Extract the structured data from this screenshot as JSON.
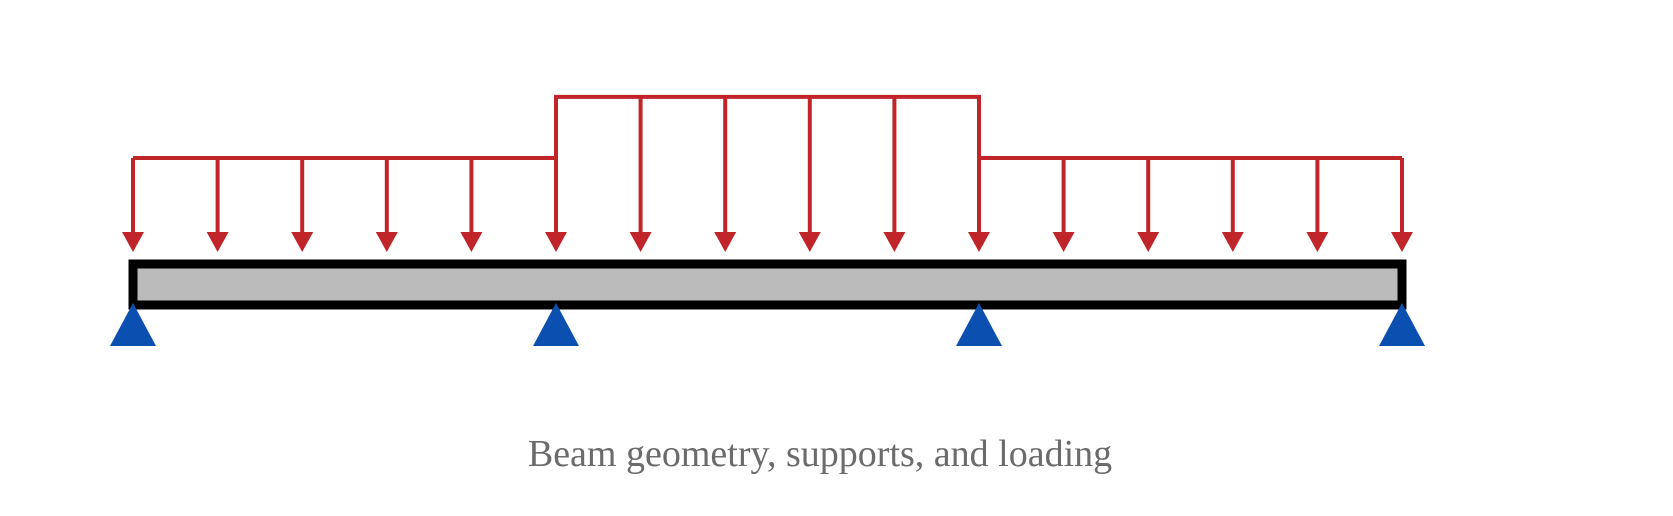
{
  "caption": "Beam geometry, supports, and loading",
  "beam": {
    "span_count": 3,
    "fill_color": "#bbbbbb",
    "outline_color": "#000000"
  },
  "supports": {
    "type": "pin",
    "count": 4,
    "color": "#0b4fb0"
  },
  "loads": {
    "type": "distributed",
    "color": "#c0252a",
    "arrows_per_span": 5,
    "segments": [
      {
        "span": 1,
        "relative_intensity": 1.0
      },
      {
        "span": 2,
        "relative_intensity": 1.65
      },
      {
        "span": 3,
        "relative_intensity": 1.0
      }
    ]
  }
}
